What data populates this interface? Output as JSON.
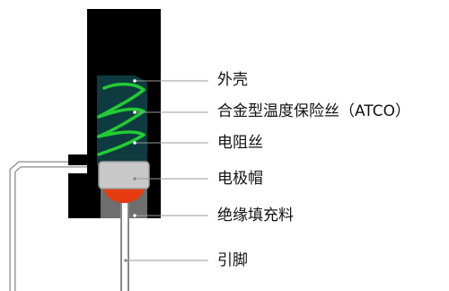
{
  "labels": {
    "shell": "外壳",
    "fuse": "合金型温度保险丝（ATCO）",
    "resistance_wire": "电阻丝",
    "electrode_cap": "电极帽",
    "insulation_filler": "绝缘填充料",
    "lead_pin": "引脚"
  },
  "colors": {
    "shell": "#000000",
    "fuse_body": "#0d3b40",
    "coil": "#22cc33",
    "cap_body": "#c8c8c8",
    "cap_tip": "#e63a10",
    "filler": "#6e6e6e",
    "leader": "#9a9a9a"
  }
}
